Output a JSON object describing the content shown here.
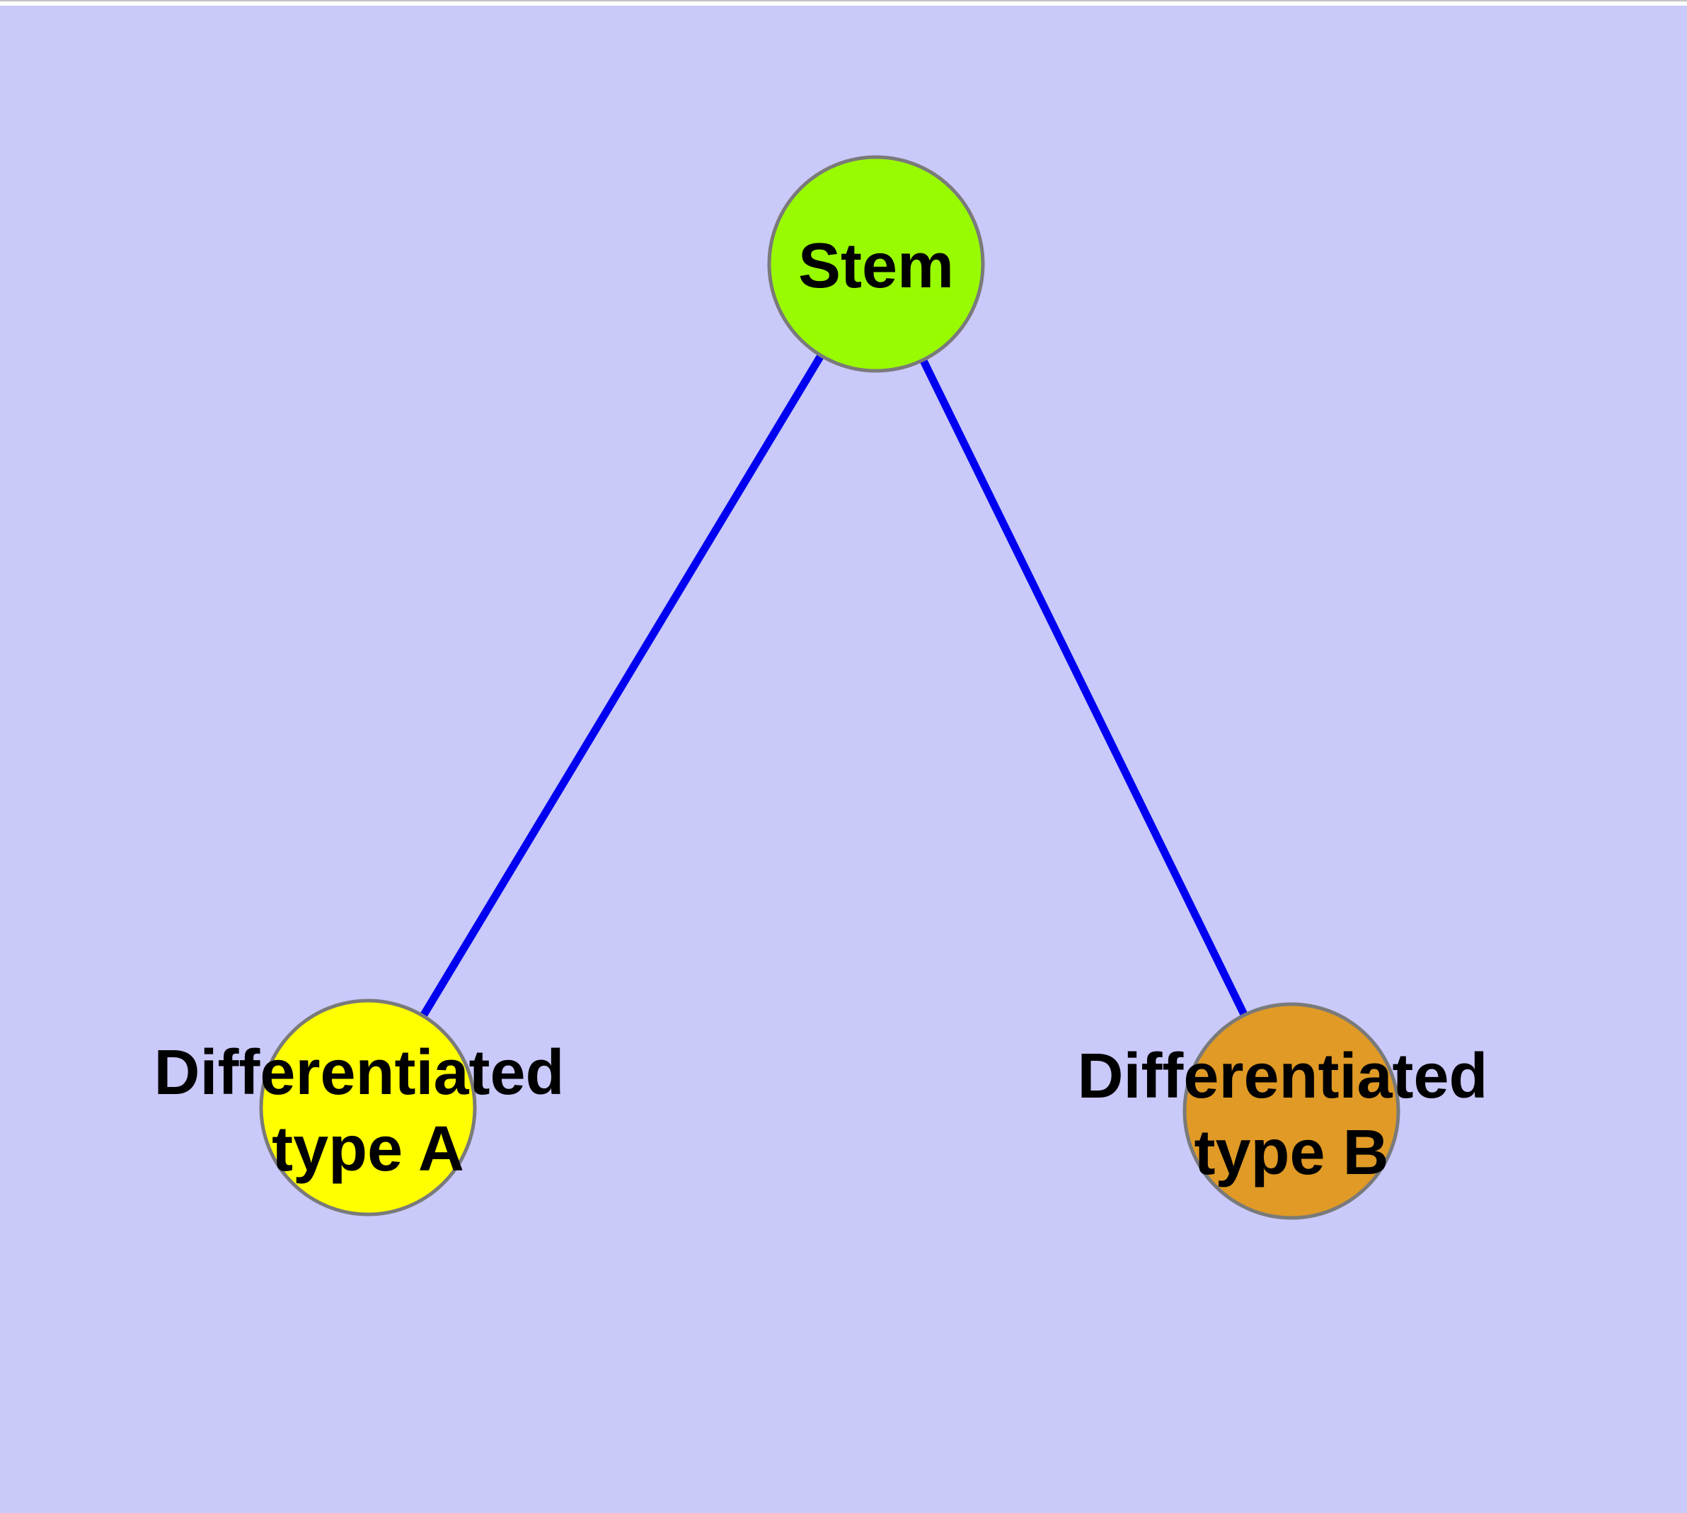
{
  "canvas": {
    "background_color": "#C9C9FA",
    "top_margin_color": "#FFFFFF",
    "top_hairline_color": "#C4C4C4"
  },
  "diagram": {
    "type": "graph",
    "edge_color": "#0000F0",
    "node_border_color": "#7A7A7A",
    "label_color": "#000000",
    "nodes": {
      "stem": {
        "label": "Stem",
        "fill": "#99FB01"
      },
      "type_a": {
        "label_line1": "Differentiated",
        "label_line2": "type A",
        "fill": "#FFFF00"
      },
      "type_b": {
        "label_line1": "Differentiated",
        "label_line2": "type B",
        "fill": "#E09A25"
      }
    },
    "edges": [
      {
        "from": "Stem",
        "to": "Differentiated type A"
      },
      {
        "from": "Stem",
        "to": "Differentiated type B"
      }
    ]
  }
}
